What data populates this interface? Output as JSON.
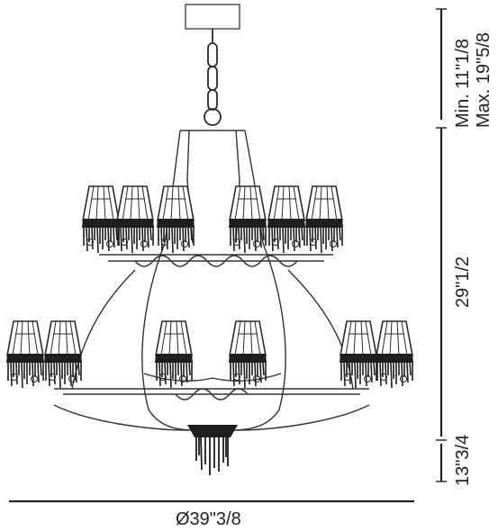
{
  "dimensions": {
    "height_min": "Min. 11\"1/8",
    "height_max": "Max. 19\"5/8",
    "body_height": "29\"1/2",
    "bottom_height": "13\"3/4",
    "diameter": "Ø39\"3/8"
  },
  "drawing": {
    "subject": "chandelier line drawing",
    "upper_tier_shades": 6,
    "lower_tier_shades": 6,
    "center_pendant": 1,
    "line_color": "#2b2b2b"
  }
}
